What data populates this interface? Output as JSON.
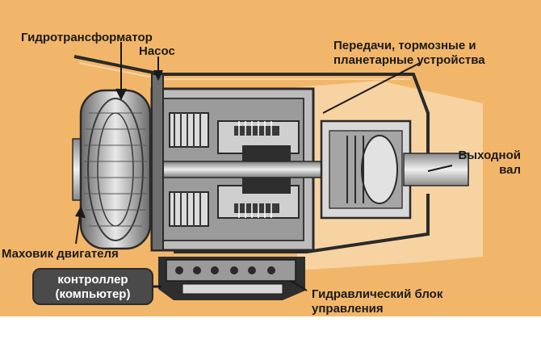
{
  "labels": {
    "torque_converter": "Гидротрансформатор",
    "pump": "Насос",
    "gears_line1": "Передачи, тормозные и",
    "gears_line2": "планетарные устройства",
    "output_line1": "Выходной",
    "output_line2": "вал",
    "flywheel": "Маховик двигателя",
    "controller_line1": "контроллер",
    "controller_line2": "(компьютер)",
    "valve_line1": "Гидравлический блок",
    "valve_line2": "управления"
  },
  "colors": {
    "background": "#f2b66a",
    "panel_light": "#f7d3a2",
    "metal_dark": "#3a3a3a",
    "metal_mid": "#9a9a9a",
    "metal_light": "#dcdcdc",
    "housing": "#bfbfbf",
    "controller_box": "#4a4a4a",
    "text": "#1a1a1a"
  }
}
